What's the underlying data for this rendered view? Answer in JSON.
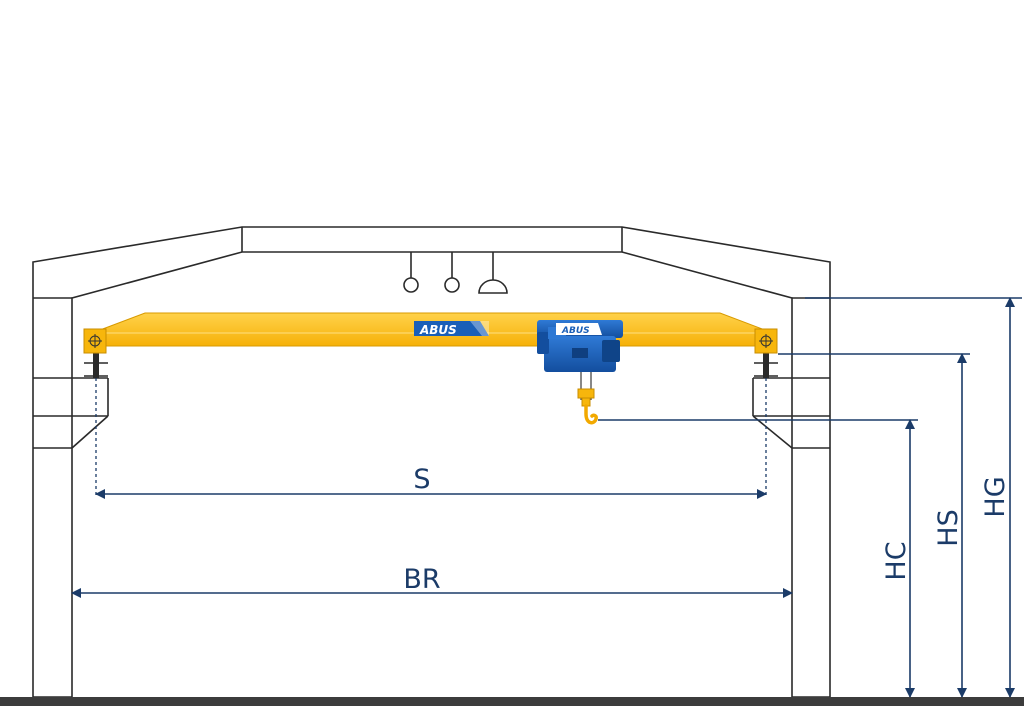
{
  "diagram": {
    "brand": "ABUS",
    "dimensions": {
      "span": "S",
      "building_width": "BR",
      "hook_height": "HC",
      "rail_height": "HS",
      "building_height": "HG"
    }
  },
  "colors": {
    "girder": "#f9b80f",
    "girder_light": "#ffcd33",
    "hoist": "#1a5fb8",
    "dimension": "#1b3b68",
    "outline": "#2a2a2a",
    "floor": "#3c3c3c"
  }
}
